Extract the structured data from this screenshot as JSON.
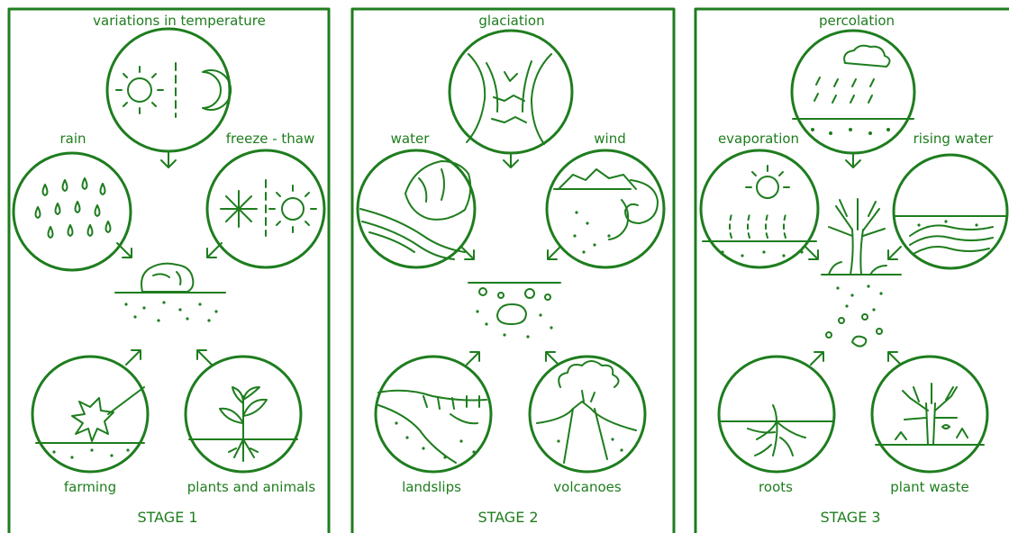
{
  "panels": [
    {
      "stage": "STAGE 1",
      "top": "variations in temperature",
      "left": "rain",
      "right": "freeze - thaw",
      "bottom_left": "farming",
      "bottom_right": "plants and animals"
    },
    {
      "stage": "STAGE 2",
      "top": "glaciation",
      "left": "water",
      "right": "wind",
      "bottom_left": "landslips",
      "bottom_right": "volcanoes"
    },
    {
      "stage": "STAGE 3",
      "top": "percolation",
      "left": "evaporation",
      "right": "rising water",
      "bottom_left": "roots",
      "bottom_right": "plant waste"
    }
  ],
  "colors": {
    "line": "#1e7d1e",
    "background": "#ffffff"
  }
}
